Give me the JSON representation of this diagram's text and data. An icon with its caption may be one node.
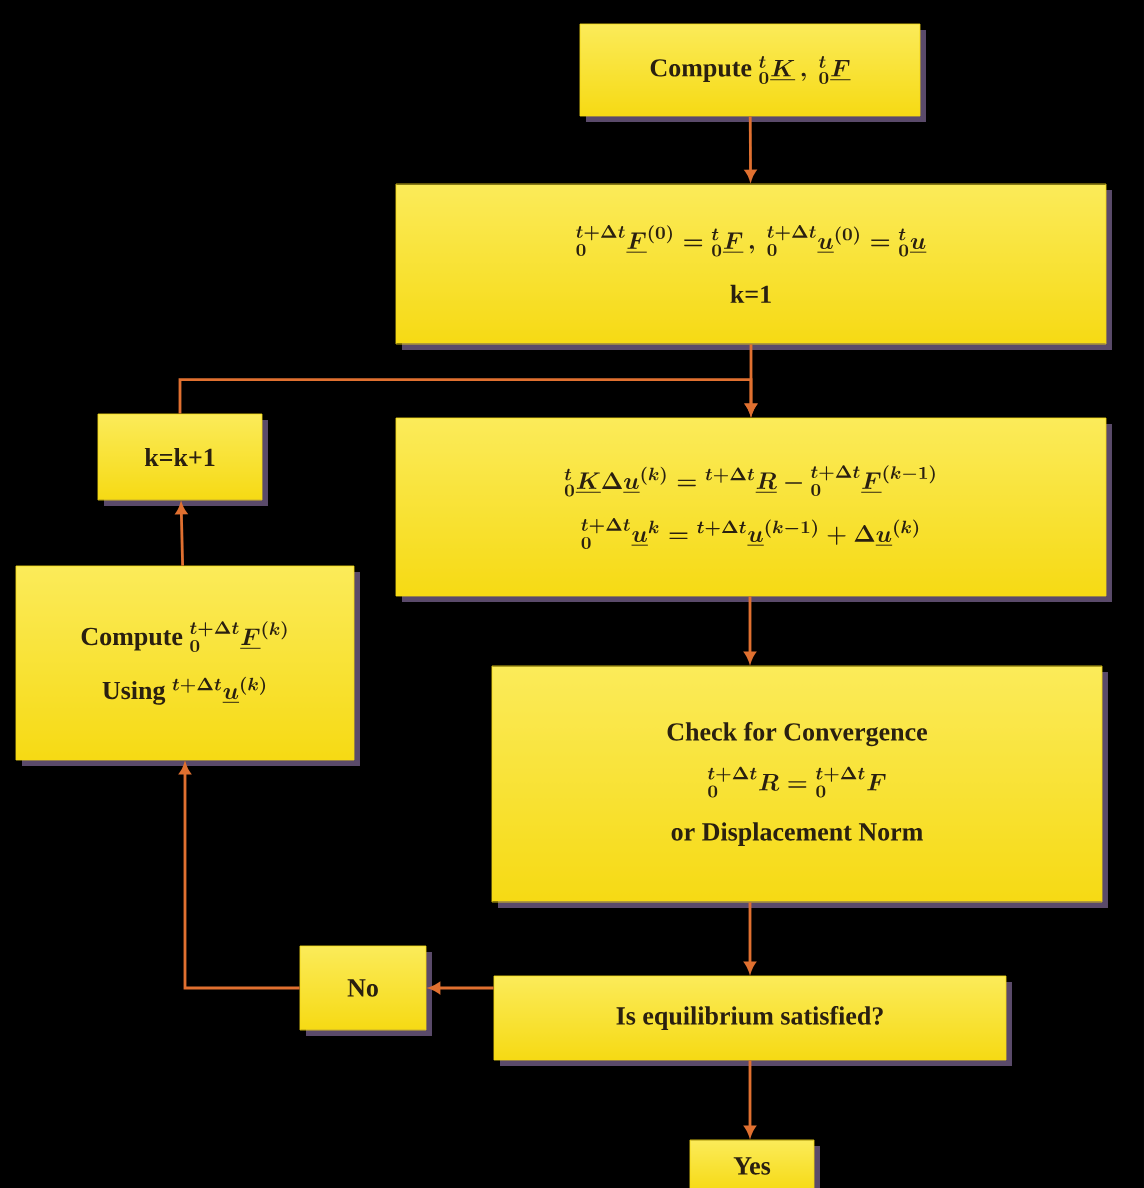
{
  "diagram": {
    "nodes": [
      {
        "text": [
          "Compute",
          "{}^{t}_{0}\\underline{K}\\,,\\ {}^{t}_{0}\\underline{F}"
        ]
      },
      {
        "text": [
          "{}^{t+\\Delta t}_{0}\\underline{F}^{(0)}={}^{t}_{0}\\underline{F}\\,,\\ {}^{t+\\Delta t}_{0}\\underline{u}^{(0)}={}^{t}_{0}\\underline{u}",
          "k=1"
        ]
      },
      {
        "text": [
          "{}^{t}_{0}\\underline{K}\\Delta\\underline{u}^{(k)}={}^{t+\\Delta t}\\underline{R}-{}^{t+\\Delta t}_{0}\\underline{F}^{(k-1)}",
          "{}^{t+\\Delta t}_{0}\\underline{u}^{k}={}^{t+\\Delta t}\\underline{u}^{(k-1)}+\\Delta\\underline{u}^{(k)}"
        ]
      },
      {
        "text": [
          "Check for Convergence",
          "{}^{t+\\Delta t}_{0}R={}^{t+\\Delta t}_{0}F",
          "or  Displacement Norm"
        ]
      },
      {
        "text": [
          "Is equilibrium satisfied?"
        ]
      },
      {
        "text": [
          "Yes"
        ]
      },
      {
        "text": [
          "No"
        ]
      },
      {
        "text": [
          "Compute",
          "{}^{t+\\Delta t}_{0}\\underline{F}^{(k)}",
          "Using",
          "{}^{t+\\Delta t}\\underline{u}^{(k)}"
        ]
      },
      {
        "text": [
          "k=k+1"
        ]
      }
    ],
    "edges": [
      {
        "from": 0,
        "to": 1,
        "arrow": "to"
      },
      {
        "from": 1,
        "to": 2,
        "arrow": "to"
      },
      {
        "from": 2,
        "to": 3,
        "arrow": "to"
      },
      {
        "from": 3,
        "to": 4,
        "arrow": "to"
      },
      {
        "from": 4,
        "to": 5,
        "arrow": "to"
      },
      {
        "from": 4,
        "to": 6,
        "arrow": "to"
      },
      {
        "from": 6,
        "to": 7,
        "arrow": "to"
      },
      {
        "from": 7,
        "to": 8,
        "arrow": "to"
      },
      {
        "from": 8,
        "to": 2,
        "arrow": "to"
      }
    ]
  }
}
